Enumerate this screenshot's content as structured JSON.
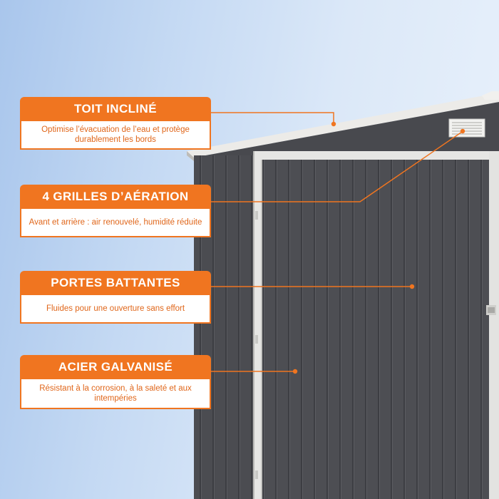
{
  "colors": {
    "accent": "#f07520",
    "accent_text": "#e0661a",
    "shed_panel": "#4a4b50",
    "shed_trim": "#e8e8e6"
  },
  "callouts": [
    {
      "id": "roof",
      "title": "TOIT INCLINÉ",
      "description": "Optimise l’évacuation de l’eau et protège durablement les bords"
    },
    {
      "id": "vents",
      "title": "4 GRILLES D’AÉRATION",
      "description": "Avant et arrière : air renouvelé, humidité réduite"
    },
    {
      "id": "doors",
      "title": "PORTES BATTANTES",
      "description": "Fluides pour une ouverture sans effort"
    },
    {
      "id": "steel",
      "title": "ACIER GALVANISÉ",
      "description": "Résistant à la corrosion, à la saleté et aux intempéries"
    }
  ]
}
